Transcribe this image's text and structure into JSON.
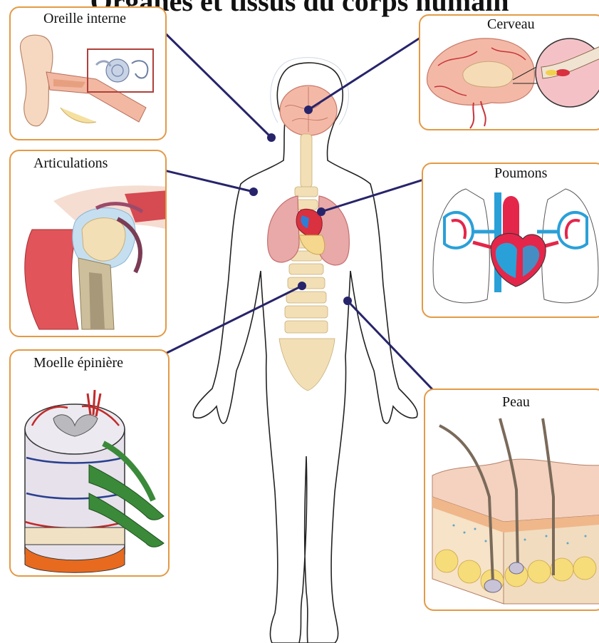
{
  "title": "Organes et tissus du corps humain",
  "panels": {
    "oreille": "Oreille interne",
    "articulations": "Articulations",
    "moelle": "Moelle épinière",
    "cerveau": "Cerveau",
    "poumons": "Poumons",
    "peau": "Peau"
  },
  "colors": {
    "panel_border": "#e39a45",
    "connector": "#27246b",
    "muscle": "#e0545a",
    "bone": "#f2dfb5",
    "brain": "#f3b9a6",
    "artery": "#e4264a",
    "vein": "#2aa0d8"
  }
}
